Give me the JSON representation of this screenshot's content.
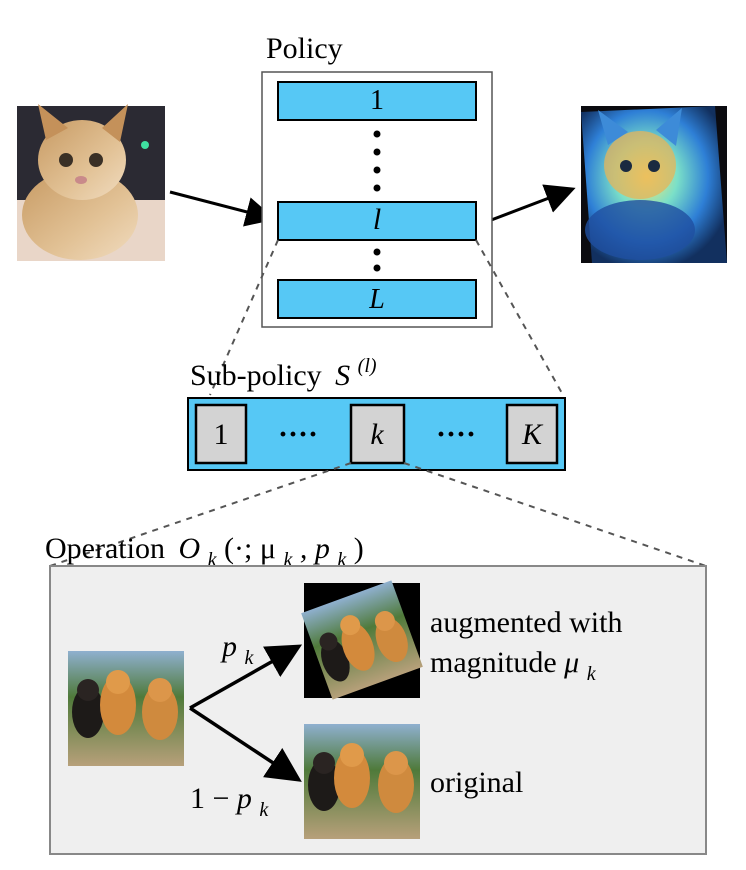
{
  "policy": {
    "title": "Policy",
    "layers": [
      "1",
      "l",
      "L"
    ]
  },
  "subpolicy": {
    "label_text": "Sub-policy",
    "label_symbol": "S",
    "label_superscript": "(l)",
    "ops": [
      "1",
      "k",
      "K"
    ],
    "ellipsis": "····"
  },
  "operation": {
    "label_text": "Operation",
    "label_math": "O",
    "label_sub": "k",
    "label_args": "(·; μ",
    "label_args_sub1": "k",
    "label_args_mid": ", p",
    "label_args_sub2": "k",
    "label_args_end": ")",
    "branch_top_prob": "p",
    "branch_top_prob_sub": "k",
    "branch_bottom_prob_prefix": "1 − ",
    "branch_bottom_prob": "p",
    "branch_bottom_prob_sub": "k",
    "augmented_line1": "augmented with",
    "augmented_line2": "magnitude ",
    "augmented_mu": "μ",
    "augmented_mu_sub": "k",
    "original_label": "original"
  },
  "colors": {
    "layer_fill": "#56c8f5",
    "op_fill": "#d3d3d3",
    "panel_fill": "#efefef",
    "panel_stroke": "#888888"
  }
}
